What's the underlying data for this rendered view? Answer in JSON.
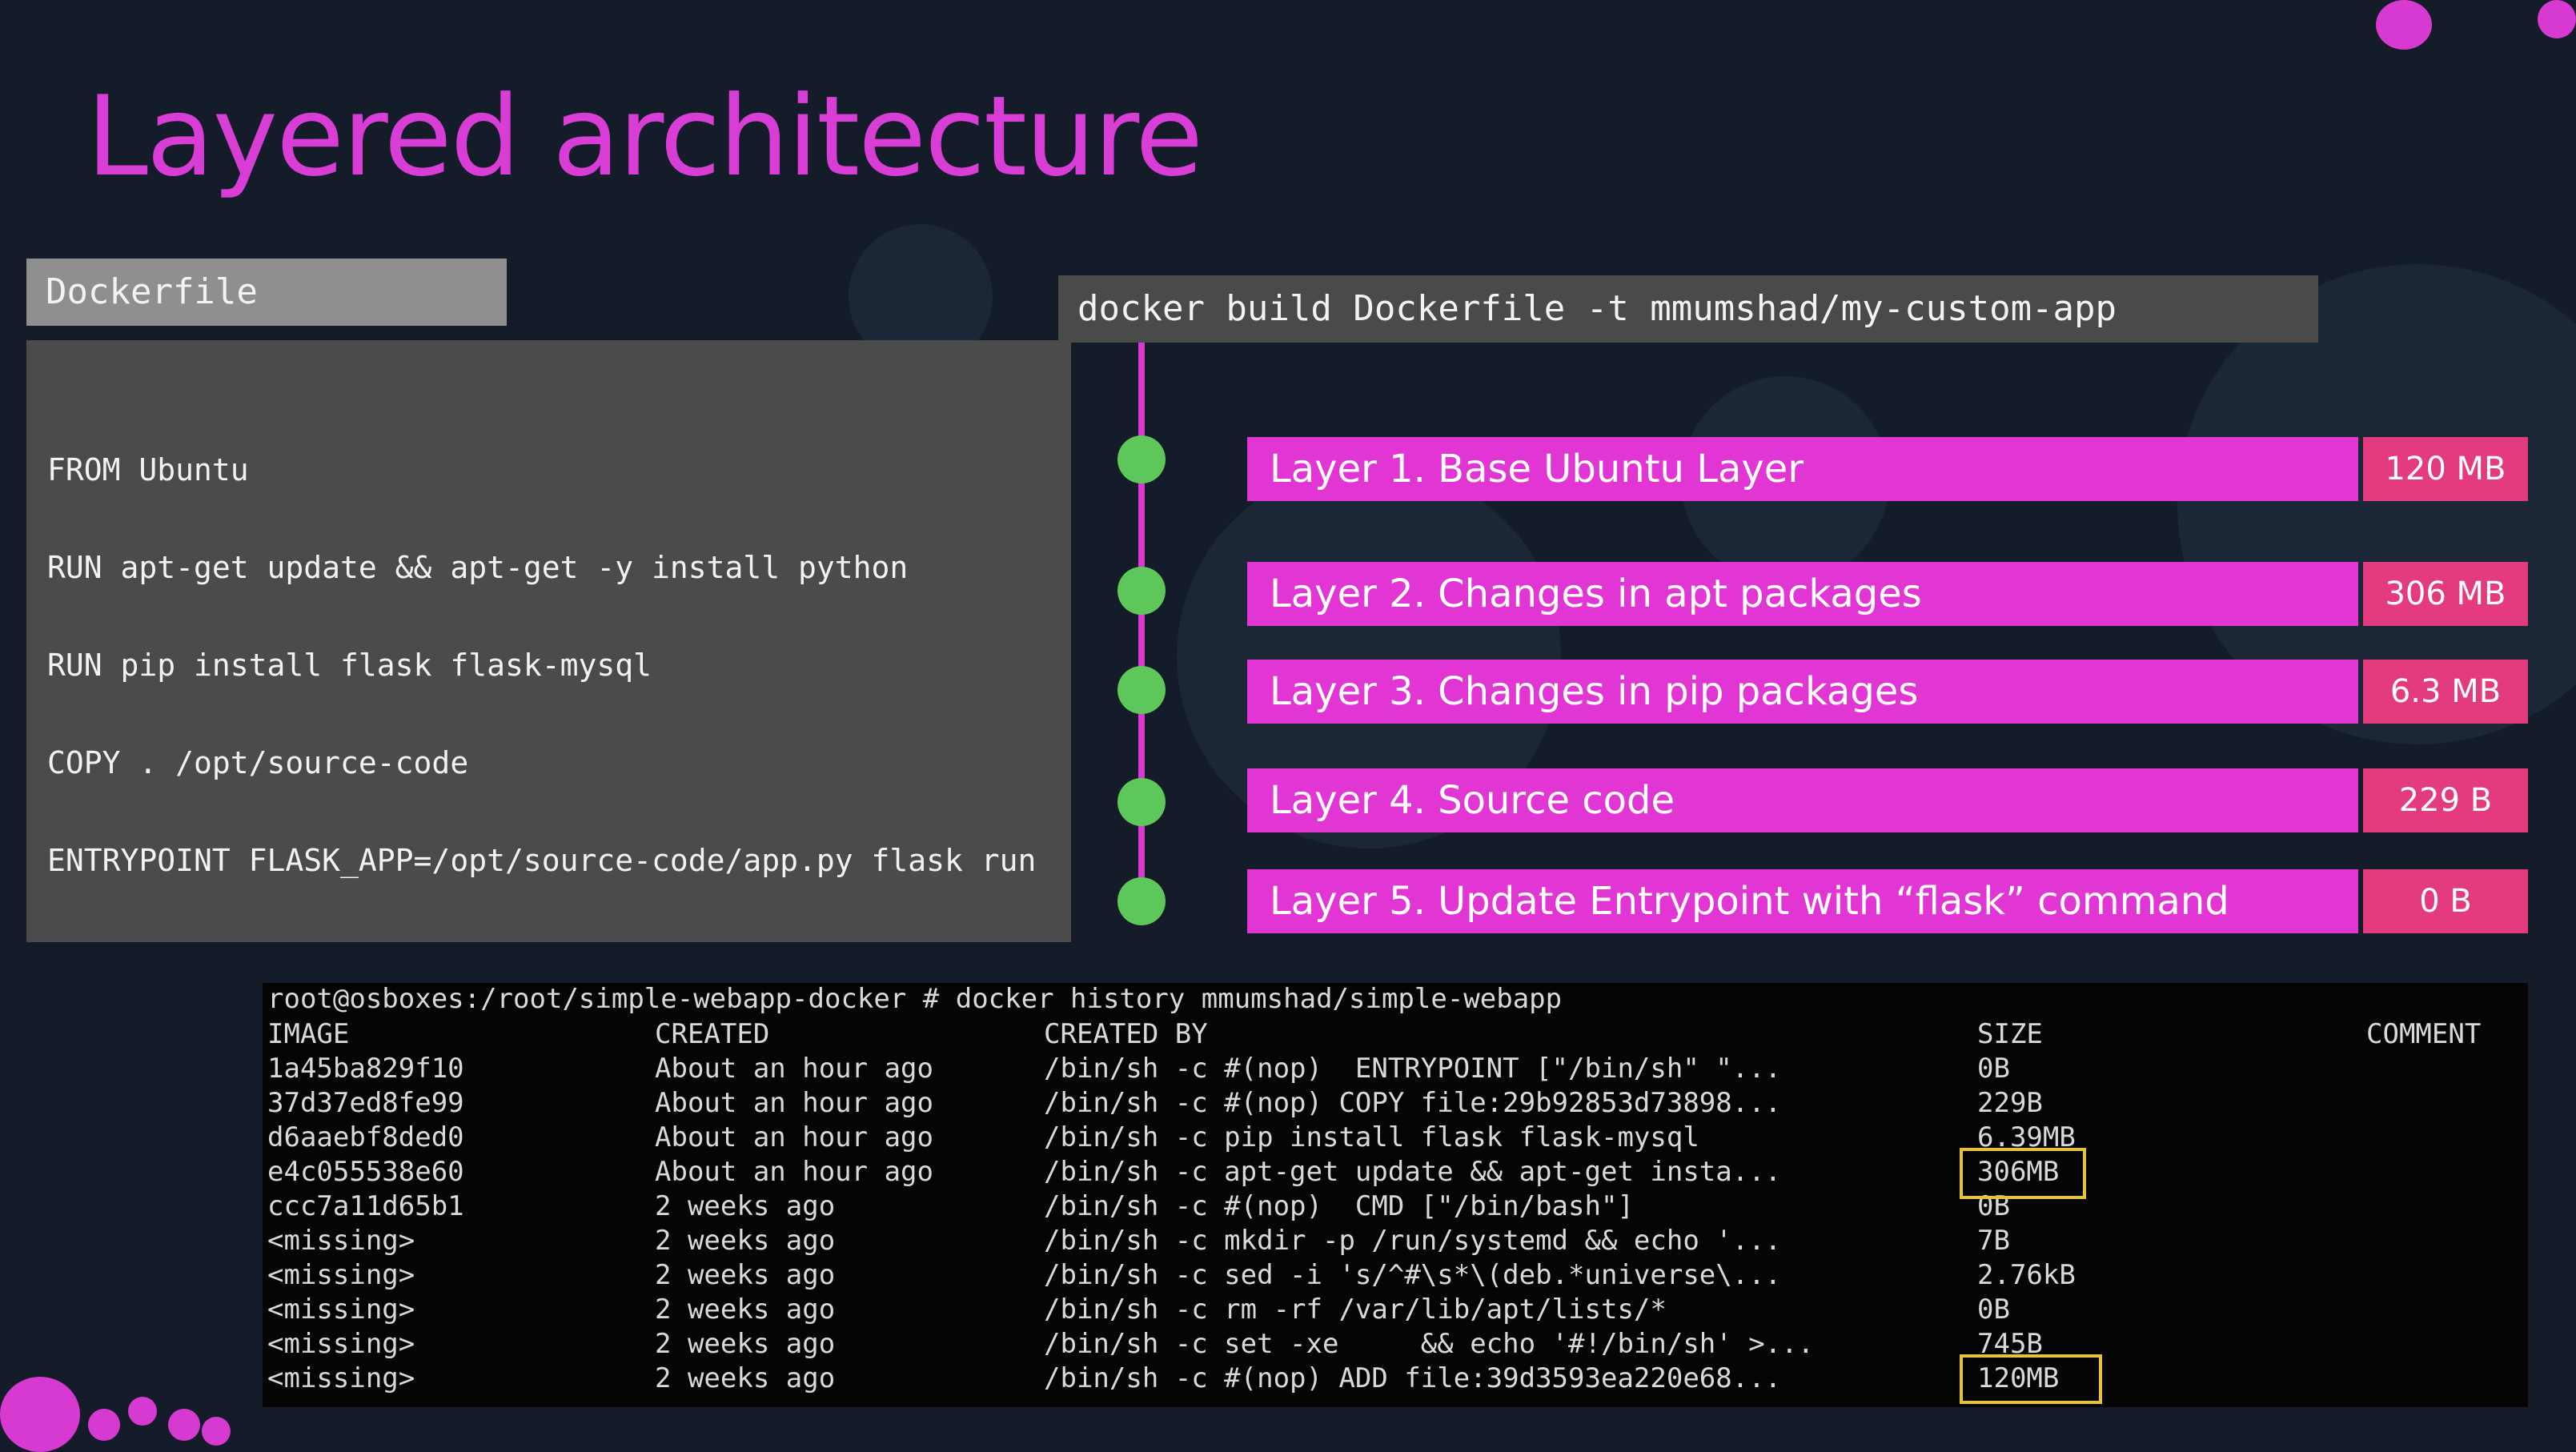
{
  "slide": {
    "title": "Layered architecture"
  },
  "dockerfile": {
    "tab_label": "Dockerfile",
    "lines": [
      "FROM Ubuntu",
      "RUN apt-get update && apt-get -y install python",
      "RUN pip install flask flask-mysql",
      "COPY . /opt/source-code",
      "ENTRYPOINT FLASK_APP=/opt/source-code/app.py flask run"
    ]
  },
  "build": {
    "command": "docker build Dockerfile -t mmumshad/my-custom-app"
  },
  "layers": [
    {
      "label": "Layer 1. Base Ubuntu Layer",
      "size": "120 MB"
    },
    {
      "label": "Layer 2. Changes in apt packages",
      "size": "306 MB"
    },
    {
      "label": "Layer 3. Changes in pip packages",
      "size": "6.3 MB"
    },
    {
      "label": "Layer 4. Source code",
      "size": "229 B"
    },
    {
      "label": "Layer 5. Update Entrypoint with “flask” command",
      "size": "0 B"
    }
  ],
  "terminal": {
    "prompt": "root@osboxes:/root/simple-webapp-docker # docker history mmumshad/simple-webapp",
    "headers": [
      "IMAGE",
      "CREATED",
      "CREATED BY",
      "SIZE",
      "COMMENT"
    ],
    "rows": [
      {
        "image": "1a45ba829f10",
        "created": "About an hour ago",
        "created_by": "/bin/sh -c #(nop)  ENTRYPOINT [\"/bin/sh\" \"...",
        "size": "0B"
      },
      {
        "image": "37d37ed8fe99",
        "created": "About an hour ago",
        "created_by": "/bin/sh -c #(nop) COPY file:29b92853d73898...",
        "size": "229B"
      },
      {
        "image": "d6aaebf8ded0",
        "created": "About an hour ago",
        "created_by": "/bin/sh -c pip install flask flask-mysql",
        "size": "6.39MB"
      },
      {
        "image": "e4c055538e60",
        "created": "About an hour ago",
        "created_by": "/bin/sh -c apt-get update && apt-get insta...",
        "size": "306MB"
      },
      {
        "image": "ccc7a11d65b1",
        "created": "2 weeks ago",
        "created_by": "/bin/sh -c #(nop)  CMD [\"/bin/bash\"]",
        "size": "0B"
      },
      {
        "image": "<missing>",
        "created": "2 weeks ago",
        "created_by": "/bin/sh -c mkdir -p /run/systemd && echo '...",
        "size": "7B"
      },
      {
        "image": "<missing>",
        "created": "2 weeks ago",
        "created_by": "/bin/sh -c sed -i 's/^#\\s*\\(deb.*universe\\...",
        "size": "2.76kB"
      },
      {
        "image": "<missing>",
        "created": "2 weeks ago",
        "created_by": "/bin/sh -c rm -rf /var/lib/apt/lists/*",
        "size": "0B"
      },
      {
        "image": "<missing>",
        "created": "2 weeks ago",
        "created_by": "/bin/sh -c set -xe     && echo '#!/bin/sh' >...",
        "size": "745B"
      },
      {
        "image": "<missing>",
        "created": "2 weeks ago",
        "created_by": "/bin/sh -c #(nop) ADD file:39d3593ea220e68...",
        "size": "120MB"
      }
    ]
  },
  "colors": {
    "accent_pink": "#e136d4",
    "size_pink": "#e43a7e",
    "node_green": "#5ec75a",
    "highlight_yellow": "#e6c23a"
  }
}
